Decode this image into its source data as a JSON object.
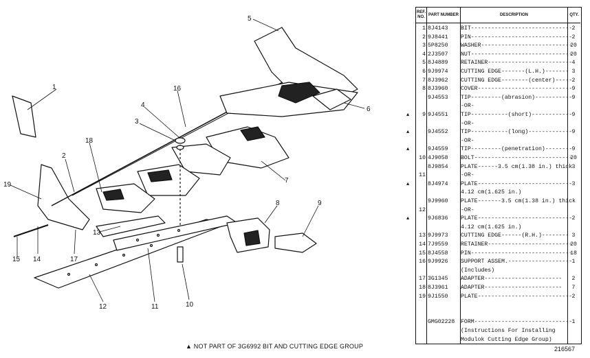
{
  "diagram": {
    "callouts": [
      "1",
      "2",
      "3",
      "4",
      "5",
      "6",
      "7",
      "8",
      "9",
      "10",
      "11",
      "12",
      "13",
      "14",
      "15",
      "16",
      "17",
      "18",
      "19"
    ]
  },
  "footnote": "▲ NOT PART OF 3G6992 BIT AND CUTTING EDGE GROUP",
  "figure_number": "216567",
  "table": {
    "headers": {
      "ref": "REF. NO.",
      "part": "PART NUMBER",
      "desc": "DESCRIPTION",
      "qty": "QTY."
    },
    "rows": [
      {
        "ref": "1",
        "part": "8J4143",
        "desc": "BIT------------------------------",
        "qty": "2"
      },
      {
        "ref": "2",
        "part": "9J8441",
        "desc": "PIN------------------------------",
        "qty": "2"
      },
      {
        "ref": "3",
        "part": "5P8250",
        "desc": "WASHER---------------------------",
        "qty": "20"
      },
      {
        "ref": "4",
        "part": "2J3507",
        "desc": "NUT------------------------------",
        "qty": "20"
      },
      {
        "ref": "5",
        "part": "8J4889",
        "desc": "RETAINER-------------------------",
        "qty": "4"
      },
      {
        "ref": "6",
        "part": "9J9974",
        "desc": "CUTTING EDGE-------(L.H.)-------",
        "qty": "3"
      },
      {
        "ref": "7",
        "part": "8J3962",
        "desc": "CUTTING EDGE--------(center)-----",
        "qty": "2"
      },
      {
        "ref": "8",
        "part": "8J3960",
        "desc": "COVER----------------------------",
        "qty": "9"
      },
      {
        "ref": "",
        "part": "9J4553",
        "desc": "TIP---------(abrasion)-----------",
        "qty": "9"
      },
      {
        "ref": "",
        "part": "",
        "desc": "              -OR-",
        "qty": ""
      },
      {
        "ref": "9",
        "part": "9J4551",
        "desc": "TIP-----------(short)------------",
        "qty": "9",
        "tri": "▲"
      },
      {
        "ref": "",
        "part": "",
        "desc": "              -OR-",
        "qty": ""
      },
      {
        "ref": "",
        "part": "9J4552",
        "desc": "TIP-----------(long)-------------",
        "qty": "9",
        "tri": "▲"
      },
      {
        "ref": "",
        "part": "",
        "desc": "              -OR-",
        "qty": ""
      },
      {
        "ref": "",
        "part": "9J4559",
        "desc": "TIP---------(penetration)--------",
        "qty": "9",
        "tri": "▲"
      },
      {
        "ref": "10",
        "part": "4J9058",
        "desc": "BOLT-----------------------------",
        "qty": "20"
      },
      {
        "ref": "",
        "part": "8J9854",
        "desc": "PLATE------3.5 cm(1.38 in.) thick",
        "qty": "3"
      },
      {
        "ref": "11",
        "part": "",
        "desc": "              -OR-",
        "qty": ""
      },
      {
        "ref": "",
        "part": "8J4974",
        "desc": "PLATE----------------------------",
        "qty": "3",
        "tri": "▲"
      },
      {
        "ref": "",
        "part": "",
        "desc": "      4.12 cm(1.625 in.)",
        "qty": ""
      },
      {
        "ref": "",
        "part": "9J9960",
        "desc": "PLATE-------3.5 cm(1.38 in.) thick",
        "qty": ""
      },
      {
        "ref": "12",
        "part": "",
        "desc": "              -OR-",
        "qty": ""
      },
      {
        "ref": "",
        "part": "9J6836",
        "desc": "PLATE----------------------------",
        "qty": "2",
        "tri": "▲"
      },
      {
        "ref": "",
        "part": "",
        "desc": "      4.12 cm(1.625 in.)",
        "qty": ""
      },
      {
        "ref": "13",
        "part": "9J9973",
        "desc": "CUTTING EDGE------(R.H.)--------",
        "qty": "3"
      },
      {
        "ref": "14",
        "part": "7J9559",
        "desc": "RETAINER-------------------------",
        "qty": "20"
      },
      {
        "ref": "15",
        "part": "8J4558",
        "desc": "PIN------------------------------",
        "qty": "18"
      },
      {
        "ref": "16",
        "part": "9J9926",
        "desc": "SUPPORT ASSEM.-------------------",
        "qty": "1"
      },
      {
        "ref": "",
        "part": "",
        "desc": "   (Includes)",
        "qty": ""
      },
      {
        "ref": "17",
        "part": "3G1345",
        "desc": "   ADAPTER-----------------------",
        "qty": "2"
      },
      {
        "ref": "18",
        "part": "8J3961",
        "desc": "   ADAPTER-----------------------",
        "qty": "7"
      },
      {
        "ref": "19",
        "part": "9J1550",
        "desc": "PLATE----------------------------",
        "qty": "2"
      },
      {
        "ref": "",
        "part": "",
        "desc": "",
        "qty": ""
      },
      {
        "ref": "",
        "part": "",
        "desc": "",
        "qty": ""
      },
      {
        "ref": "",
        "part": "GMG02228",
        "desc": "FORM-----------------------------",
        "qty": "1"
      },
      {
        "ref": "",
        "part": "",
        "desc": "(Instructions For Installing",
        "qty": ""
      },
      {
        "ref": "",
        "part": "",
        "desc": "   Modulok Cutting Edge Group)",
        "qty": ""
      }
    ]
  }
}
